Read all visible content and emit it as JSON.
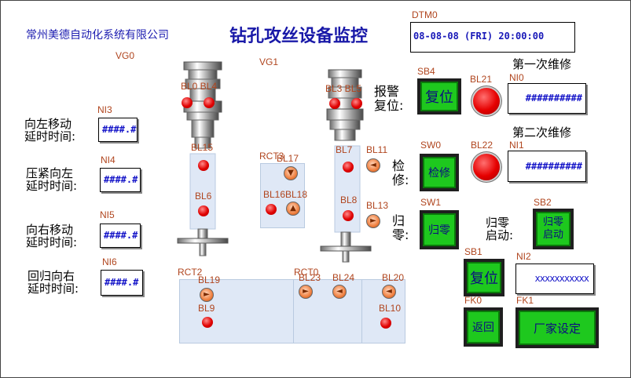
{
  "header": {
    "company": "常州美德自动化系统有限公司",
    "title": "钻孔攻丝设备监控"
  },
  "datetime": {
    "tag": "DTM0",
    "value": "08-08-08 (FRI) 20:00:00"
  },
  "graphics": {
    "left_tag": "VG0",
    "right_tag": "VG1"
  },
  "delays": [
    {
      "label_l1": "向左移动",
      "label_l2": "延时时间:",
      "tag": "NI3",
      "value": "####.#"
    },
    {
      "label_l1": "压紧向左",
      "label_l2": "延时时间:",
      "tag": "NI4",
      "value": "####.#"
    },
    {
      "label_l1": "向右移动",
      "label_l2": "延时时间:",
      "tag": "NI5",
      "value": "####.#"
    },
    {
      "label_l1": "回归向右",
      "label_l2": "延时时间:",
      "tag": "NI6",
      "value": "####.#"
    }
  ],
  "panels": {
    "rct3": "RCT3",
    "rct2": "RCT2",
    "rct0": "RCT0"
  },
  "lamps": {
    "bl0bl4": "BL0 BL4",
    "bl3bl5": "BL3 BL5",
    "bl15": "BL15",
    "bl16": "BL16",
    "bl6": "BL6",
    "bl7": "BL7",
    "bl8": "BL8",
    "bl9": "BL9",
    "bl10": "BL10",
    "bl11": "BL11",
    "bl13": "BL13",
    "bl17": "BL17",
    "bl16b": "BL16",
    "bl18": "BL18",
    "bl19": "BL19",
    "bl23": "BL23",
    "bl24": "BL24",
    "bl20": "BL20",
    "bl21": "BL21",
    "bl22": "BL22"
  },
  "buttons": {
    "sb4": {
      "tag": "SB4",
      "label": "复位"
    },
    "sw0": {
      "tag": "SW0",
      "label": "检修"
    },
    "sw1": {
      "tag": "SW1",
      "label": "归零"
    },
    "sb2": {
      "tag": "SB2",
      "label_l1": "归零",
      "label_l2": "启动"
    },
    "sb1": {
      "tag": "SB1",
      "label": "复位"
    },
    "fk0": {
      "tag": "FK0",
      "label": "返回"
    },
    "fk1": {
      "tag": "FK1",
      "label": "厂家设定"
    }
  },
  "side_labels": {
    "alarm_l1": "报警",
    "alarm_l2": "复位:",
    "inspect_l1": "检",
    "inspect_l2": "修:",
    "zero_l1": "归",
    "zero_l2": "零:",
    "zero_start_l1": "归零",
    "zero_start_l2": "启动:"
  },
  "maintenance": {
    "first": {
      "label": "第一次维修",
      "tag": "NI0",
      "value": "##########"
    },
    "second": {
      "label": "第二次维修",
      "tag": "NI1",
      "value": "##########"
    },
    "ni2": {
      "tag": "NI2",
      "value": "xxxxxxxxxxx"
    }
  }
}
